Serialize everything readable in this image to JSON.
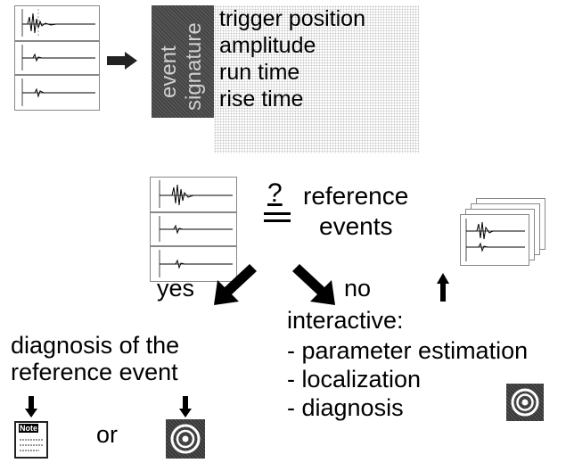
{
  "signature": {
    "block_label_line1": "event",
    "block_label_line2": "signature",
    "properties": [
      "trigger position",
      "amplitude",
      "run time",
      "rise time"
    ]
  },
  "compare": {
    "operator": "?",
    "reference_line1": "reference",
    "reference_line2": "events"
  },
  "branches": {
    "yes": "yes",
    "no": "no"
  },
  "left_outcome": {
    "line1": "diagnosis of the",
    "line2": "reference event",
    "or": "or",
    "note_label": "Note"
  },
  "right_outcome": {
    "title": "interactive:",
    "items": [
      "- parameter estimation",
      "- localization",
      "- diagnosis"
    ]
  }
}
